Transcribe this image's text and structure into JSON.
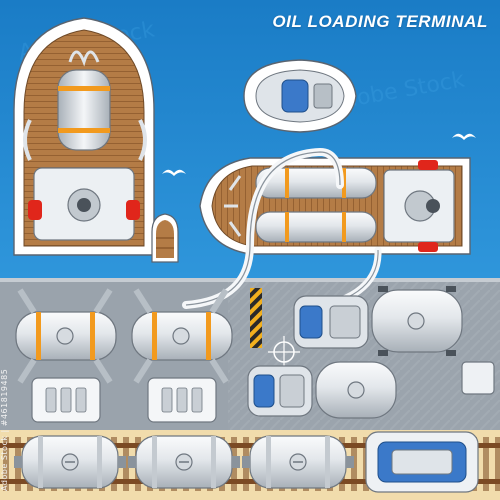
{
  "title": "OIL LOADING TERMINAL",
  "watermark": "Adobe Stock | #461819485",
  "colors": {
    "sea": "#1f86cf",
    "sea_light": "#3aa7ea",
    "dock": "#9aa3ac",
    "dock_dark": "#7f8891",
    "deck_wood": "#b47c46",
    "hull": "#ffffff",
    "tank": "#dfe4e9",
    "tank_band": "#f29a1e",
    "sand": "#f3ddae",
    "rail": "#7b4a24",
    "safety_red": "#e0261b",
    "cab_blue": "#3b79c9"
  },
  "icons": [
    "tanker-ship",
    "tug-boat",
    "small-boat",
    "seagull",
    "storage-tank",
    "fuel-truck",
    "rail-tank-car",
    "locomotive",
    "loading-hose",
    "pump-unit",
    "crosshair-marker"
  ]
}
